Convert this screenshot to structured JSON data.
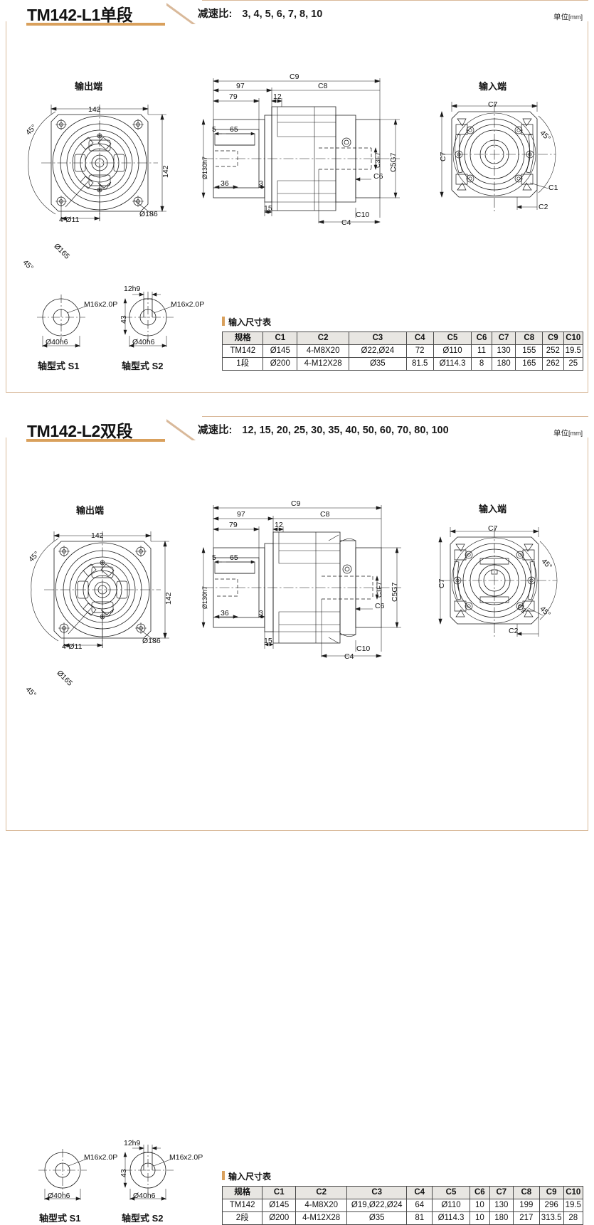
{
  "unit_note": "单位",
  "unit_brackets": "[mm]",
  "table_title": "输入尺寸表",
  "captions": {
    "output_end": "输出端",
    "input_end": "输入端",
    "shaft_s1": "轴型式 S1",
    "shaft_s2": "轴型式 S2"
  },
  "output_view_labels": {
    "width": "142",
    "height": "142",
    "angle_top": "45°",
    "angle_bottom": "45°",
    "pcd": "Ø165",
    "holes": "4-Ø11",
    "outer": "Ø186"
  },
  "side_view_labels": {
    "c9": "C9",
    "c8": "C8",
    "d97": "97",
    "d79": "79",
    "d12": "12",
    "d5": "5",
    "d65": "65",
    "d36": "36",
    "d3": "3",
    "d15": "15",
    "flange_dia": "Ø130h7",
    "c3": "C3F7",
    "c5": "C5G7",
    "c6": "C6",
    "c10": "C10",
    "c4": "C4"
  },
  "input_view_labels": {
    "c7_top": "C7",
    "c7_left": "C7",
    "angle_top": "45°",
    "angle_bottom": "45°",
    "c1": "C1",
    "c2": "C2"
  },
  "shaft_labels": {
    "thread": "M16x2.0P",
    "diameter": "Ø40h6",
    "key_width": "12h9",
    "key_height": "43"
  },
  "sections": [
    {
      "title": "TM142-L1单段",
      "ratio_label": "减速比:",
      "ratio_values": "3, 4, 5, 6, 7, 8, 10",
      "table": {
        "headers": [
          "规格",
          "C1",
          "C2",
          "C3",
          "C4",
          "C5",
          "C6",
          "C7",
          "C8",
          "C9",
          "C10"
        ],
        "rows": [
          [
            "TM142",
            "Ø145",
            "4-M8X20",
            "Ø22,Ø24",
            "72",
            "Ø110",
            "11",
            "130",
            "155",
            "252",
            "19.5"
          ],
          [
            "1段",
            "Ø200",
            "4-M12X28",
            "Ø35",
            "81.5",
            "Ø114.3",
            "8",
            "180",
            "165",
            "262",
            "25"
          ]
        ]
      }
    },
    {
      "title": "TM142-L2双段",
      "ratio_label": "减速比:",
      "ratio_values": "12, 15, 20, 25, 30, 35, 40, 50, 60, 70, 80, 100",
      "table": {
        "headers": [
          "规格",
          "C1",
          "C2",
          "C3",
          "C4",
          "C5",
          "C6",
          "C7",
          "C8",
          "C9",
          "C10"
        ],
        "rows": [
          [
            "TM142",
            "Ø145",
            "4-M8X20",
            "Ø19,Ø22,Ø24",
            "64",
            "Ø110",
            "10",
            "130",
            "199",
            "296",
            "19.5"
          ],
          [
            "2段",
            "Ø200",
            "4-M12X28",
            "Ø35",
            "81",
            "Ø114.3",
            "10",
            "180",
            "217",
            "313.5",
            "28"
          ]
        ]
      }
    }
  ],
  "colors": {
    "accent": "#d9a05c",
    "frame": "#d9b99a",
    "line": "#1a1a1a",
    "table_header_bg": "#e8e6e2"
  }
}
